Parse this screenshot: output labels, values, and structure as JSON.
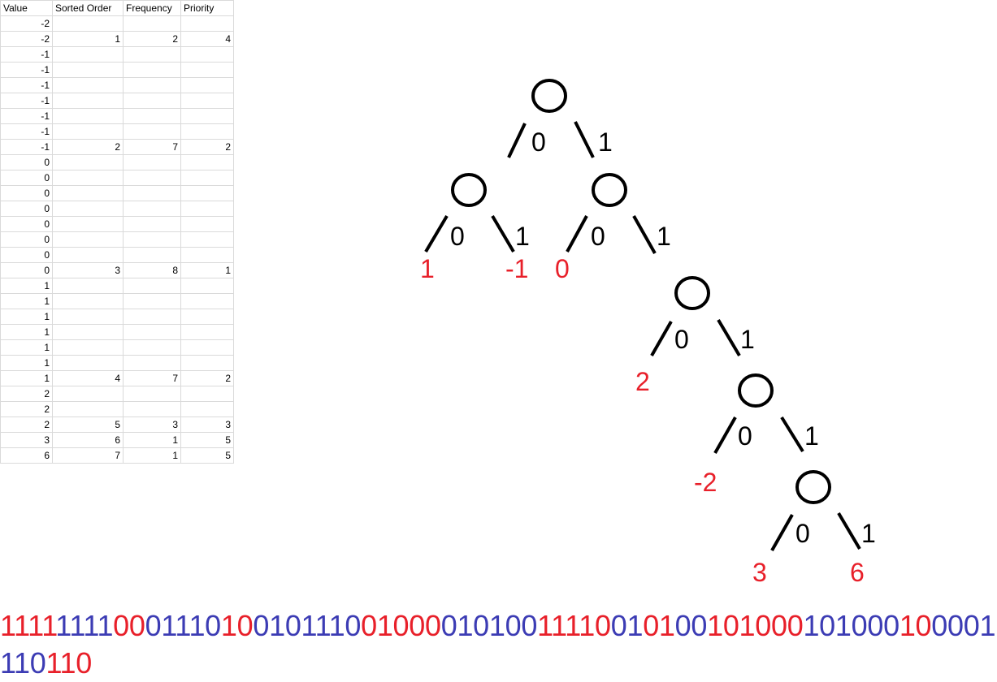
{
  "colors": {
    "leaf_value": "#e8202a",
    "alt_blue": "#3c3cb4",
    "alt_red": "#e8202a",
    "grid": "#dadada"
  },
  "table": {
    "headers": [
      "Value",
      "Sorted Order",
      "Frequency",
      "Priority"
    ],
    "rows": [
      [
        "-2",
        "",
        "",
        ""
      ],
      [
        "-2",
        "1",
        "2",
        "4"
      ],
      [
        "-1",
        "",
        "",
        ""
      ],
      [
        "-1",
        "",
        "",
        ""
      ],
      [
        "-1",
        "",
        "",
        ""
      ],
      [
        "-1",
        "",
        "",
        ""
      ],
      [
        "-1",
        "",
        "",
        ""
      ],
      [
        "-1",
        "",
        "",
        ""
      ],
      [
        "-1",
        "2",
        "7",
        "2"
      ],
      [
        "0",
        "",
        "",
        ""
      ],
      [
        "0",
        "",
        "",
        ""
      ],
      [
        "0",
        "",
        "",
        ""
      ],
      [
        "0",
        "",
        "",
        ""
      ],
      [
        "0",
        "",
        "",
        ""
      ],
      [
        "0",
        "",
        "",
        ""
      ],
      [
        "0",
        "",
        "",
        ""
      ],
      [
        "0",
        "3",
        "8",
        "1"
      ],
      [
        "1",
        "",
        "",
        ""
      ],
      [
        "1",
        "",
        "",
        ""
      ],
      [
        "1",
        "",
        "",
        ""
      ],
      [
        "1",
        "",
        "",
        ""
      ],
      [
        "1",
        "",
        "",
        ""
      ],
      [
        "1",
        "",
        "",
        ""
      ],
      [
        "1",
        "4",
        "7",
        "2"
      ],
      [
        "2",
        "",
        "",
        ""
      ],
      [
        "2",
        "",
        "",
        ""
      ],
      [
        "2",
        "5",
        "3",
        "3"
      ],
      [
        "3",
        "6",
        "1",
        "5"
      ],
      [
        "6",
        "7",
        "1",
        "5"
      ]
    ]
  },
  "tree": {
    "edge_labels": [
      "0",
      "1",
      "0",
      "1",
      "0",
      "1",
      "0",
      "1",
      "0",
      "1",
      "0",
      "1"
    ],
    "leaves": [
      "1",
      "-1",
      "0",
      "2",
      "-2",
      "3",
      "6"
    ]
  },
  "encoded_bits": [
    {
      "text": "1",
      "color": "red"
    },
    {
      "text": "1",
      "color": "red"
    },
    {
      "text": "1",
      "color": "red"
    },
    {
      "text": "1",
      "color": "red"
    },
    {
      "text": "1",
      "color": "blue"
    },
    {
      "text": "1",
      "color": "blue"
    },
    {
      "text": "1",
      "color": "blue"
    },
    {
      "text": "1",
      "color": "blue"
    },
    {
      "text": "00",
      "color": "red"
    },
    {
      "text": "01",
      "color": "blue"
    },
    {
      "text": "110",
      "color": "blue"
    },
    {
      "text": "10",
      "color": "red"
    },
    {
      "text": "01",
      "color": "blue"
    },
    {
      "text": "01",
      "color": "blue"
    },
    {
      "text": "110",
      "color": "blue"
    },
    {
      "text": "01",
      "color": "red"
    },
    {
      "text": "000",
      "color": "red"
    },
    {
      "text": "01",
      "color": "blue"
    },
    {
      "text": "01",
      "color": "blue"
    },
    {
      "text": "00",
      "color": "blue"
    },
    {
      "text": "1",
      "color": "red"
    },
    {
      "text": "1",
      "color": "red"
    },
    {
      "text": "1",
      "color": "red"
    },
    {
      "text": "1",
      "color": "red"
    },
    {
      "text": "0",
      "color": "red"
    },
    {
      "text": "01",
      "color": "blue"
    },
    {
      "text": "01",
      "color": "red"
    },
    {
      "text": "00",
      "color": "blue"
    },
    {
      "text": "10",
      "color": "red"
    },
    {
      "text": "10",
      "color": "red"
    },
    {
      "text": "00",
      "color": "red"
    },
    {
      "text": "10",
      "color": "blue"
    },
    {
      "text": "10",
      "color": "blue"
    },
    {
      "text": "00",
      "color": "blue"
    },
    {
      "text": "10",
      "color": "red"
    },
    {
      "text": "00",
      "color": "blue"
    },
    {
      "text": "01",
      "color": "blue"
    },
    {
      "text": "110",
      "color": "blue"
    },
    {
      "text": "110",
      "color": "red"
    }
  ]
}
